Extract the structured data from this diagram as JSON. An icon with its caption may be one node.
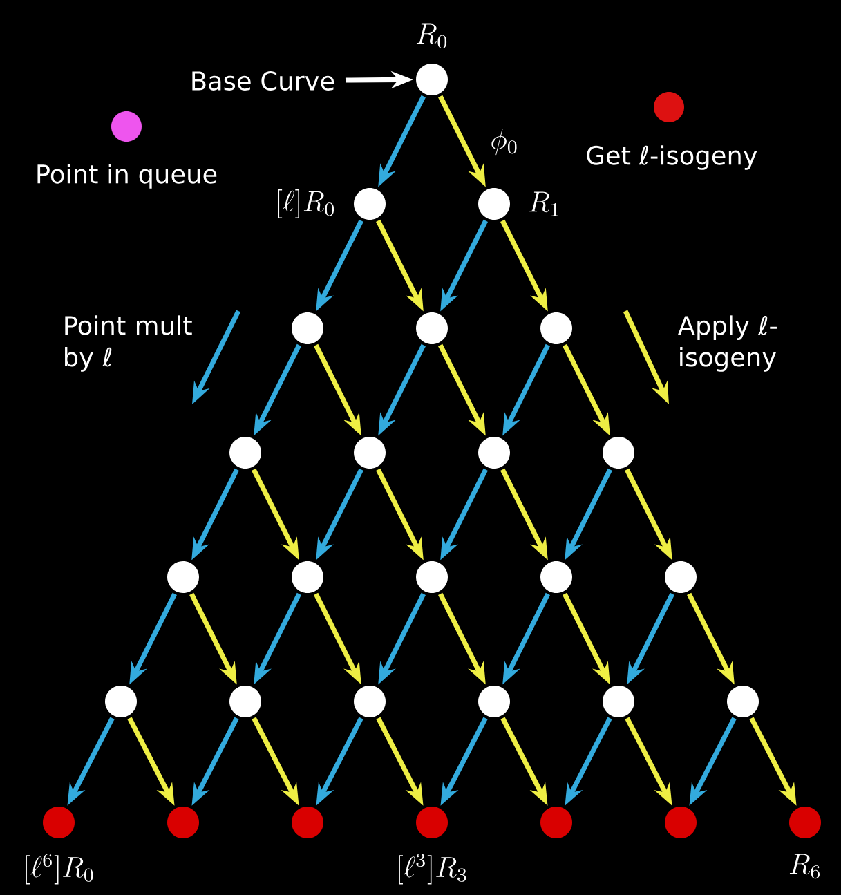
{
  "diagram": {
    "nodes": [
      {
        "text": [],
        "shape": "circle",
        "beside": [
          "R_0"
        ]
      },
      {
        "text": [],
        "shape": "circle",
        "beside": [
          "[\\ell]R_0"
        ]
      },
      {
        "text": [],
        "shape": "circle",
        "beside": [
          "R_1"
        ]
      },
      {
        "text": [],
        "shape": "circle"
      },
      {
        "text": [],
        "shape": "circle"
      },
      {
        "text": [],
        "shape": "circle"
      },
      {
        "text": [],
        "shape": "circle"
      },
      {
        "text": [],
        "shape": "circle"
      },
      {
        "text": [],
        "shape": "circle"
      },
      {
        "text": [],
        "shape": "circle"
      },
      {
        "text": [],
        "shape": "circle"
      },
      {
        "text": [],
        "shape": "circle"
      },
      {
        "text": [],
        "shape": "circle"
      },
      {
        "text": [],
        "shape": "circle"
      },
      {
        "text": [],
        "shape": "circle"
      },
      {
        "text": [],
        "shape": "circle"
      },
      {
        "text": [],
        "shape": "circle"
      },
      {
        "text": [],
        "shape": "circle"
      },
      {
        "text": [],
        "shape": "circle"
      },
      {
        "text": [],
        "shape": "circle"
      },
      {
        "text": [],
        "shape": "circle"
      },
      {
        "text": [],
        "shape": "circle",
        "beside": [
          "[\\ell^6]R_0"
        ]
      },
      {
        "text": [],
        "shape": "circle"
      },
      {
        "text": [],
        "shape": "circle"
      },
      {
        "text": [],
        "shape": "circle",
        "beside": [
          "[\\ell^3]R_3"
        ]
      },
      {
        "text": [],
        "shape": "circle"
      },
      {
        "text": [],
        "shape": "circle"
      },
      {
        "text": [],
        "shape": "circle",
        "beside": [
          "R_6"
        ]
      },
      {
        "text": [
          "Base Curve"
        ]
      }
    ],
    "edges": [
      {
        "from": 28,
        "to": 0,
        "arrow": "to",
        "color": "#ffffff"
      },
      {
        "from": 0,
        "to": 1,
        "arrow": "to",
        "color": "#33aadd"
      },
      {
        "from": 0,
        "to": 2,
        "arrow": "to",
        "color": "#eeee44",
        "label": "\\phi_0"
      },
      {
        "from": 1,
        "to": 3,
        "arrow": "to",
        "color": "#33aadd"
      },
      {
        "from": 1,
        "to": 4,
        "arrow": "to",
        "color": "#eeee44"
      },
      {
        "from": 2,
        "to": 4,
        "arrow": "to",
        "color": "#33aadd"
      },
      {
        "from": 2,
        "to": 5,
        "arrow": "to",
        "color": "#eeee44"
      },
      {
        "from": 3,
        "to": 6,
        "arrow": "to",
        "color": "#33aadd"
      },
      {
        "from": 3,
        "to": 7,
        "arrow": "to",
        "color": "#eeee44"
      },
      {
        "from": 4,
        "to": 7,
        "arrow": "to",
        "color": "#33aadd"
      },
      {
        "from": 4,
        "to": 8,
        "arrow": "to",
        "color": "#eeee44"
      },
      {
        "from": 5,
        "to": 8,
        "arrow": "to",
        "color": "#33aadd"
      },
      {
        "from": 5,
        "to": 9,
        "arrow": "to",
        "color": "#eeee44"
      },
      {
        "from": 6,
        "to": 10,
        "arrow": "to",
        "color": "#33aadd"
      },
      {
        "from": 6,
        "to": 11,
        "arrow": "to",
        "color": "#eeee44"
      },
      {
        "from": 7,
        "to": 11,
        "arrow": "to",
        "color": "#33aadd"
      },
      {
        "from": 7,
        "to": 12,
        "arrow": "to",
        "color": "#eeee44"
      },
      {
        "from": 8,
        "to": 12,
        "arrow": "to",
        "color": "#33aadd"
      },
      {
        "from": 8,
        "to": 13,
        "arrow": "to",
        "color": "#eeee44"
      },
      {
        "from": 9,
        "to": 13,
        "arrow": "to",
        "color": "#33aadd"
      },
      {
        "from": 9,
        "to": 14,
        "arrow": "to",
        "color": "#eeee44"
      },
      {
        "from": 10,
        "to": 15,
        "arrow": "to",
        "color": "#33aadd"
      },
      {
        "from": 10,
        "to": 16,
        "arrow": "to",
        "color": "#eeee44"
      },
      {
        "from": 11,
        "to": 16,
        "arrow": "to",
        "color": "#33aadd"
      },
      {
        "from": 11,
        "to": 17,
        "arrow": "to",
        "color": "#eeee44"
      },
      {
        "from": 12,
        "to": 17,
        "arrow": "to",
        "color": "#33aadd"
      },
      {
        "from": 12,
        "to": 18,
        "arrow": "to",
        "color": "#eeee44"
      },
      {
        "from": 13,
        "to": 18,
        "arrow": "to",
        "color": "#33aadd"
      },
      {
        "from": 13,
        "to": 19,
        "arrow": "to",
        "color": "#eeee44"
      },
      {
        "from": 14,
        "to": 19,
        "arrow": "to",
        "color": "#33aadd"
      },
      {
        "from": 14,
        "to": 20,
        "arrow": "to",
        "color": "#eeee44"
      },
      {
        "from": 15,
        "to": 21,
        "arrow": "to",
        "color": "#33aadd"
      },
      {
        "from": 15,
        "to": 22,
        "arrow": "to",
        "color": "#eeee44"
      },
      {
        "from": 16,
        "to": 22,
        "arrow": "to",
        "color": "#33aadd"
      },
      {
        "from": 16,
        "to": 23,
        "arrow": "to",
        "color": "#eeee44"
      },
      {
        "from": 17,
        "to": 23,
        "arrow": "to",
        "color": "#33aadd"
      },
      {
        "from": 17,
        "to": 24,
        "arrow": "to",
        "color": "#eeee44"
      },
      {
        "from": 18,
        "to": 24,
        "arrow": "to",
        "color": "#33aadd"
      },
      {
        "from": 18,
        "to": 25,
        "arrow": "to",
        "color": "#eeee44"
      },
      {
        "from": 19,
        "to": 25,
        "arrow": "to",
        "color": "#33aadd"
      },
      {
        "from": 19,
        "to": 26,
        "arrow": "to",
        "color": "#eeee44"
      },
      {
        "from": 20,
        "to": 26,
        "arrow": "to",
        "color": "#33aadd"
      },
      {
        "from": 20,
        "to": 27,
        "arrow": "to",
        "color": "#eeee44"
      }
    ],
    "legend": [
      {
        "text": "Point in queue",
        "color": "#ee55ee"
      },
      {
        "text": "Get ℓ-isogeny",
        "color": "#dd1111"
      },
      {
        "text": "Point mult by ℓ"
      },
      {
        "text": "Apply ℓ-isogeny"
      }
    ]
  }
}
